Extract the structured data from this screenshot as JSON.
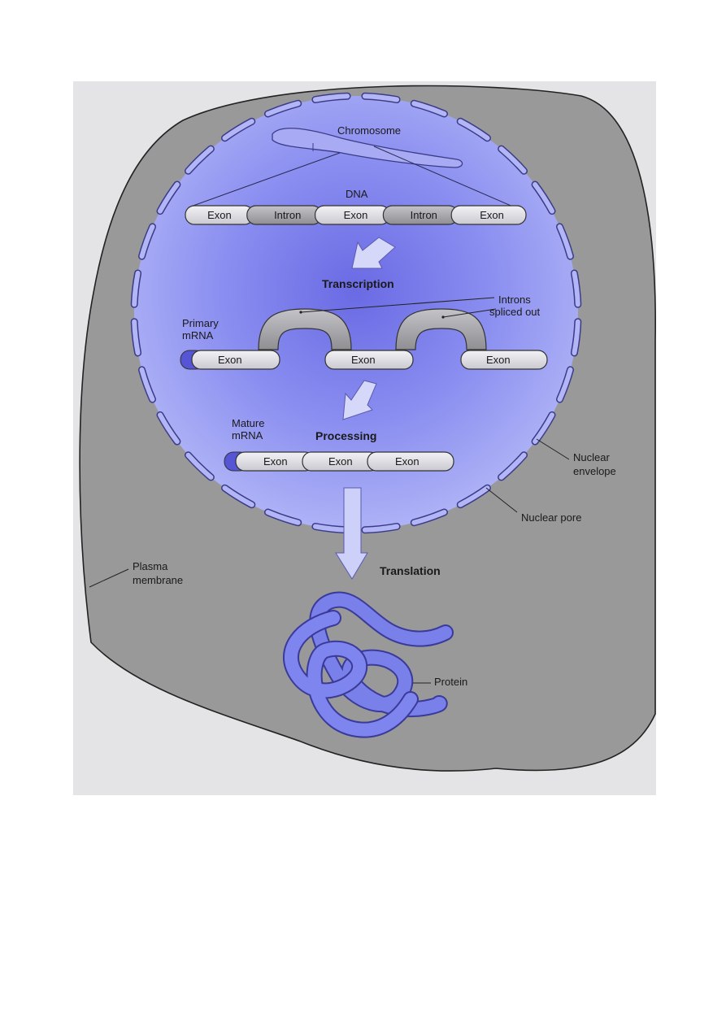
{
  "labels": {
    "chromosome": "Chromosome",
    "dna": "DNA",
    "transcription": "Transcription",
    "introns_line1": "Introns",
    "introns_line2": "spliced out",
    "primary_line1": "Primary",
    "primary_line2": "mRNA",
    "mature_line1": "Mature",
    "mature_line2": "mRNA",
    "processing": "Processing",
    "nuclear_env_line1": "Nuclear",
    "nuclear_env_line2": "envelope",
    "nuclear_pore": "Nuclear pore",
    "plasma_line1": "Plasma",
    "plasma_line2": "membrane",
    "translation": "Translation",
    "protein": "Protein"
  },
  "dna_segments": [
    "Exon",
    "Intron",
    "Exon",
    "Intron",
    "Exon"
  ],
  "primary_exons": [
    "Exon",
    "Exon",
    "Exon"
  ],
  "mature_exons": [
    "Exon",
    "Exon",
    "Exon"
  ],
  "colors": {
    "cell": "#9a9a9a",
    "nucleus": "#8a8ef0",
    "nucleus_center": "#6f6fe6",
    "envelope": "#a9acf2",
    "exon": "#e2e2e8",
    "intron": "#a9a9ad",
    "arrow": "#cdd0f8",
    "protein": "#7a80ea",
    "cap": "#5555d5"
  }
}
